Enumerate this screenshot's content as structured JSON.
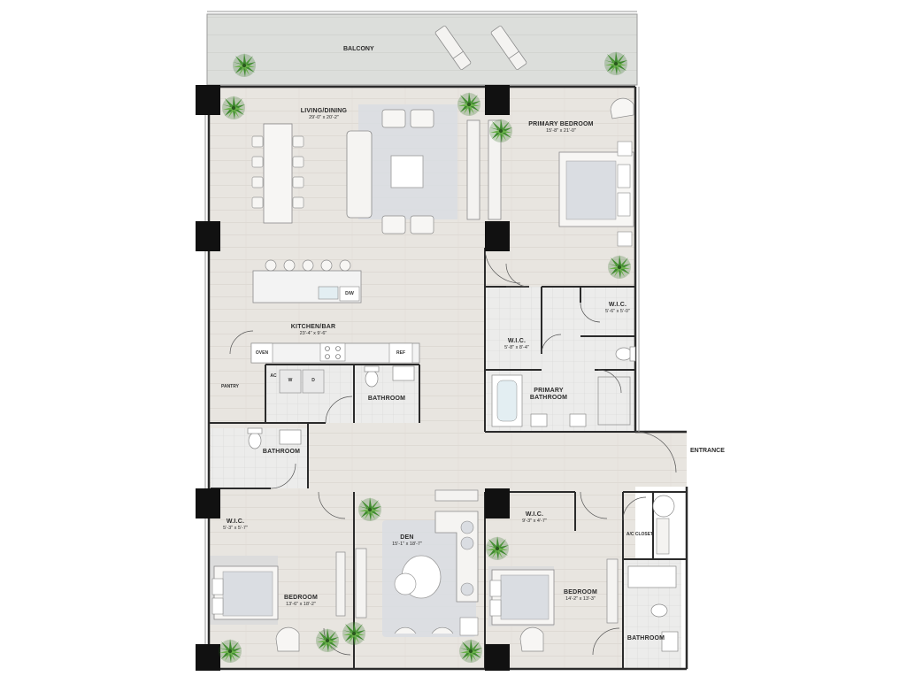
{
  "rooms": {
    "balcony": {
      "name": "BALCONY"
    },
    "living_dining": {
      "name": "LIVING/DINING",
      "dims": "29'-0\" x 20'-2\""
    },
    "primary_bedroom": {
      "name": "PRIMARY BEDROOM",
      "dims": "15'-8\" x 21'-0\""
    },
    "wic_primary_small": {
      "name": "W.I.C.",
      "dims": "5'-6\" x 5'-0\""
    },
    "wic_primary_large": {
      "name": "W.I.C.",
      "dims": "5'-8\" x 8'-4\""
    },
    "primary_bathroom": {
      "name_line1": "PRIMARY",
      "name_line2": "BATHROOM"
    },
    "kitchen_bar": {
      "name": "KITCHEN/BAR",
      "dims": "23'-4\" x 9'-6\""
    },
    "pantry": {
      "name": "PANTRY"
    },
    "bathroom_laundry": {
      "name": "BATHROOM"
    },
    "bathroom_west": {
      "name": "BATHROOM"
    },
    "entrance": {
      "name": "ENTRANCE"
    },
    "wic_west": {
      "name": "W.I.C.",
      "dims": "5'-3\" x 5'-7\""
    },
    "bedroom_west": {
      "name": "BEDROOM",
      "dims": "13'-6\" x 18'-2\""
    },
    "den": {
      "name": "DEN",
      "dims": "15'-1\" x 18'-7\""
    },
    "wic_east": {
      "name": "W.I.C.",
      "dims": "9'-3\" x 4'-7\""
    },
    "ac_closet": {
      "name": "A/C CLOSET"
    },
    "bedroom_east": {
      "name": "BEDROOM",
      "dims": "14'-2\" x 13'-3\""
    },
    "bathroom_east": {
      "name": "BATHROOM"
    }
  },
  "appliances": {
    "dw": "D/W",
    "oven": "OVEN",
    "ref": "REF",
    "ac": "AC",
    "washer": "W",
    "dryer": "D"
  },
  "colors": {
    "wall": "#2b2b2b",
    "floor_wood": "#e7e4df",
    "floor_tile": "#e9e8e6",
    "column": "#111111",
    "rug": "#d9dde2",
    "plant": "#3f8a2f",
    "furniture": "#f5f4f2"
  }
}
